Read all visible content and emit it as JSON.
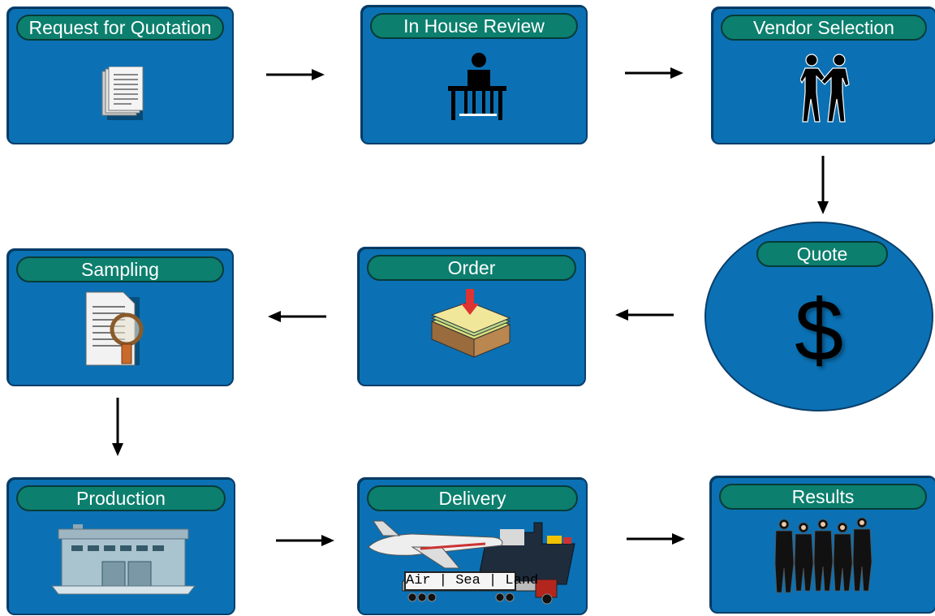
{
  "steps": {
    "rfq": "Request for Quotation",
    "review": "In House Review",
    "vendor": "Vendor Selection",
    "quote": "Quote",
    "order": "Order",
    "sampling": "Sampling",
    "production": "Production",
    "delivery": "Delivery",
    "results": "Results"
  },
  "quote_symbol": "$",
  "delivery_modes": "Air | Sea | Land",
  "colors": {
    "box": "#0b71b4",
    "box_border": "#0a3e6b",
    "pill": "#0c7f6e",
    "arrow": "#000000"
  },
  "icons": {
    "rfq": "document-stack-icon",
    "review": "person-at-desk-icon",
    "vendor": "handshake-icon",
    "order": "inbox-tray-icon",
    "sampling": "document-magnifier-icon",
    "production": "factory-building-icon",
    "delivery": "airplane-ship-truck-icon",
    "results": "team-group-icon"
  }
}
